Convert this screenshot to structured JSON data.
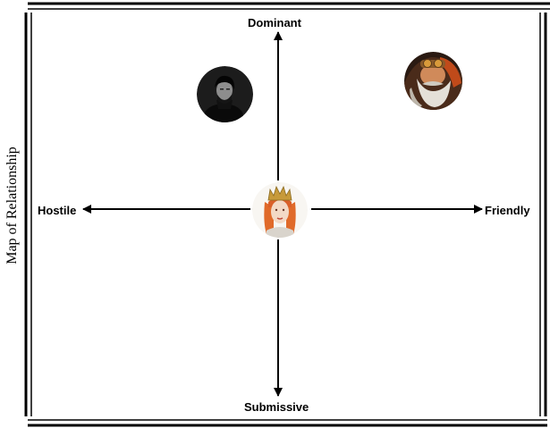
{
  "diagram": {
    "title": "Map of Relationship",
    "axes": {
      "top": "Dominant",
      "bottom": "Submissive",
      "left": "Hostile",
      "right": "Friendly"
    }
  },
  "characters": [
    {
      "name": "",
      "portrait": "dark-haired-man-portrait-icon"
    },
    {
      "name": "",
      "portrait": "bearded-old-man-with-goggles-portrait-icon"
    },
    {
      "name": "",
      "portrait": "red-haired-queen-with-crown-portrait-icon"
    }
  ],
  "colors": {
    "ink": "#000000",
    "background": "#ffffff",
    "queen_hair": "#e06a2a",
    "crown": "#c79a3a"
  }
}
